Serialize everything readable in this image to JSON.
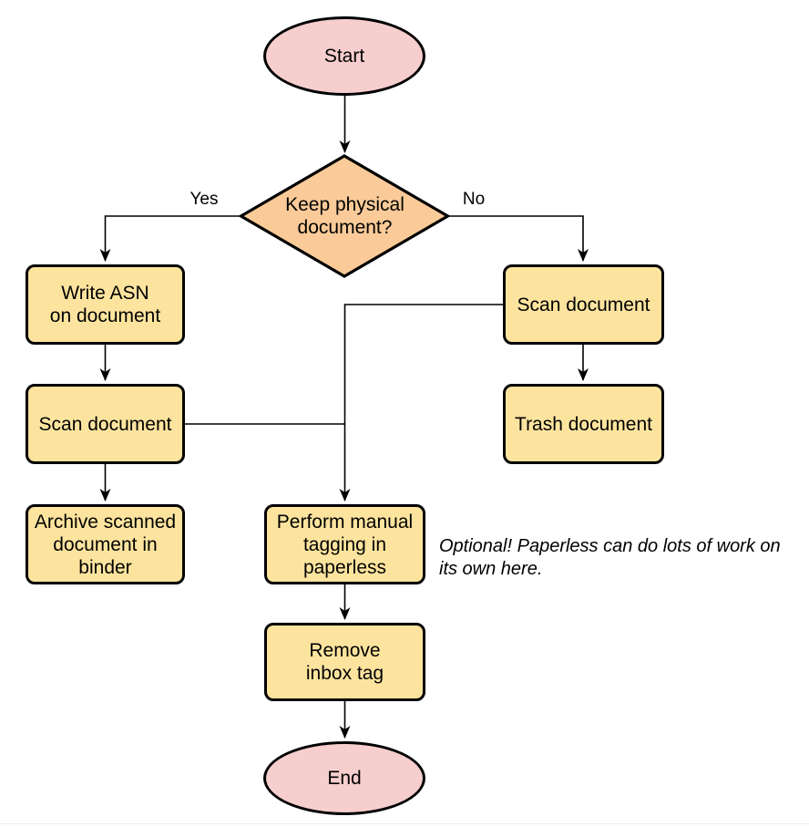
{
  "diagram": {
    "type": "flowchart",
    "nodes": {
      "start": {
        "label": "Start",
        "shape": "terminal"
      },
      "decision": {
        "label": "Keep physical\ndocument?",
        "shape": "decision"
      },
      "write_asn": {
        "label": "Write ASN\non document",
        "shape": "process"
      },
      "scan_left": {
        "label": "Scan document",
        "shape": "process"
      },
      "archive": {
        "label": "Archive scanned\ndocument in\nbinder",
        "shape": "process"
      },
      "scan_right": {
        "label": "Scan document",
        "shape": "process"
      },
      "trash": {
        "label": "Trash document",
        "shape": "process"
      },
      "tagging": {
        "label": "Perform manual\ntagging in\npaperless",
        "shape": "process"
      },
      "remove_inbox": {
        "label": "Remove\ninbox tag",
        "shape": "process"
      },
      "end": {
        "label": "End",
        "shape": "terminal"
      }
    },
    "edges": [
      {
        "from": "start",
        "to": "decision",
        "label": ""
      },
      {
        "from": "decision",
        "to": "write_asn",
        "label": "Yes"
      },
      {
        "from": "decision",
        "to": "scan_right",
        "label": "No"
      },
      {
        "from": "write_asn",
        "to": "scan_left",
        "label": ""
      },
      {
        "from": "scan_left",
        "to": "archive",
        "label": ""
      },
      {
        "from": "scan_right",
        "to": "trash",
        "label": ""
      },
      {
        "from": "scan_left",
        "to": "tagging",
        "label": ""
      },
      {
        "from": "scan_right",
        "to": "tagging",
        "label": ""
      },
      {
        "from": "tagging",
        "to": "remove_inbox",
        "label": ""
      },
      {
        "from": "remove_inbox",
        "to": "end",
        "label": ""
      }
    ],
    "annotation": {
      "text": "Optional! Paperless can do lots of work on\nits own here."
    },
    "colors": {
      "terminal_fill": "#F6CECD",
      "decision_fill": "#FACB98",
      "process_fill": "#FDE49E",
      "line": "#000000",
      "canvas_bg": "#FFFFFF",
      "bottom_rule": "#EDEDED"
    }
  }
}
